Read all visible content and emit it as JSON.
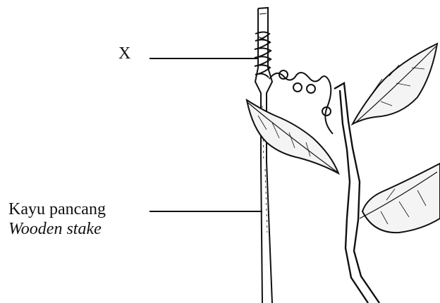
{
  "labels": {
    "x": "X",
    "stake_malay": "Kayu pancang",
    "stake_english": "Wooden stake"
  },
  "colors": {
    "ink": "#111111",
    "background": "#ffffff",
    "leaf_fill": "#f4f4f4"
  }
}
